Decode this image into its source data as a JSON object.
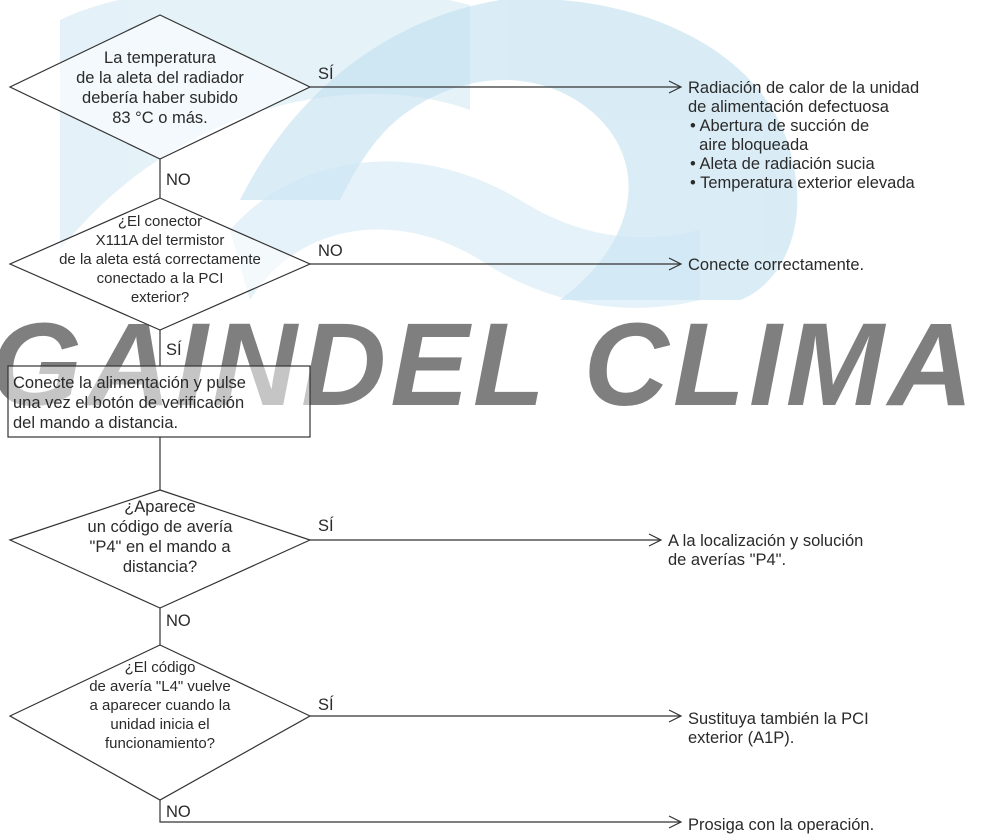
{
  "watermark": {
    "text": "GAINDEL CLIMA",
    "color": "#a9d4ea"
  },
  "line_color": "#333333",
  "decisions": [
    {
      "lines": [
        "La temperatura",
        "de la aleta del radiador",
        "debería haber subido",
        "83 °C o más."
      ],
      "yes_label": "SÍ",
      "no_label": "NO",
      "result": {
        "lines": [
          "Radiación de calor de la unidad",
          "de alimentación defectuosa",
          "• Abertura de succión de",
          "  aire bloqueada",
          "• Aleta de radiación sucia",
          "• Temperatura exterior elevada"
        ]
      }
    },
    {
      "lines": [
        "¿El conector",
        "X111A del termistor",
        "de la aleta está correctamente",
        "conectado a la PCI",
        "exterior?"
      ],
      "yes_label": "SÍ",
      "no_label": "NO",
      "result": {
        "lines": [
          "Conecte correctamente."
        ]
      }
    },
    {
      "lines": [
        "¿Aparece",
        "un código de avería",
        "\"P4\" en el mando a",
        "distancia?"
      ],
      "yes_label": "SÍ",
      "no_label": "NO",
      "result": {
        "lines": [
          "A la localización y solución",
          "de averías \"P4\"."
        ]
      }
    },
    {
      "lines": [
        "¿El código",
        "de avería \"L4\" vuelve",
        "a aparecer cuando la",
        "unidad inicia el",
        "funcionamiento?"
      ],
      "yes_label": "SÍ",
      "no_label": "NO",
      "result": {
        "lines": [
          "Sustituya también la PCI",
          "exterior (A1P)."
        ]
      }
    }
  ],
  "action_box": {
    "lines": [
      "Conecte la alimentación y pulse",
      "una vez el botón de verificación",
      "del mando a distancia."
    ]
  },
  "final_result": {
    "lines": [
      "Prosiga con la operación."
    ]
  }
}
